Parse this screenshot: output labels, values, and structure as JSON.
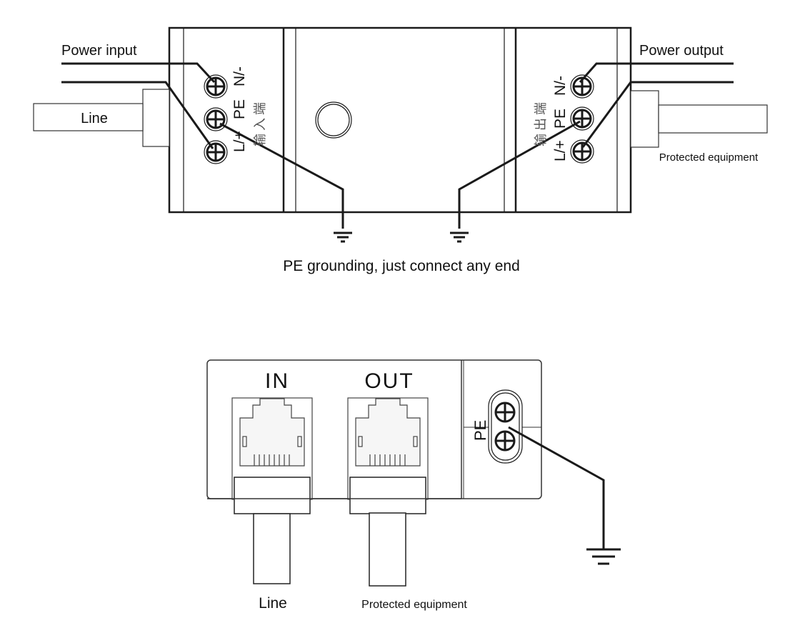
{
  "top_diagram": {
    "power_input_label": "Power input",
    "power_output_label": "Power output",
    "line_label": "Line",
    "protected_label": "Protected equipment",
    "grounding_note": "PE grounding, just connect any end",
    "input_terminals": [
      "N/-",
      "PE",
      "L/+"
    ],
    "input_cjk": "输入端",
    "output_terminals": [
      "N/-",
      "PE",
      "L/+"
    ],
    "output_cjk": "输出端"
  },
  "bottom_diagram": {
    "in_label": "IN",
    "out_label": "OUT",
    "pe_label": "PE",
    "line_label": "Line",
    "protected_label": "Protected equipment"
  },
  "colors": {
    "stroke": "#1a1a1a",
    "port_fill": "#f6f6f6",
    "port_label": "#1a1a1a"
  }
}
